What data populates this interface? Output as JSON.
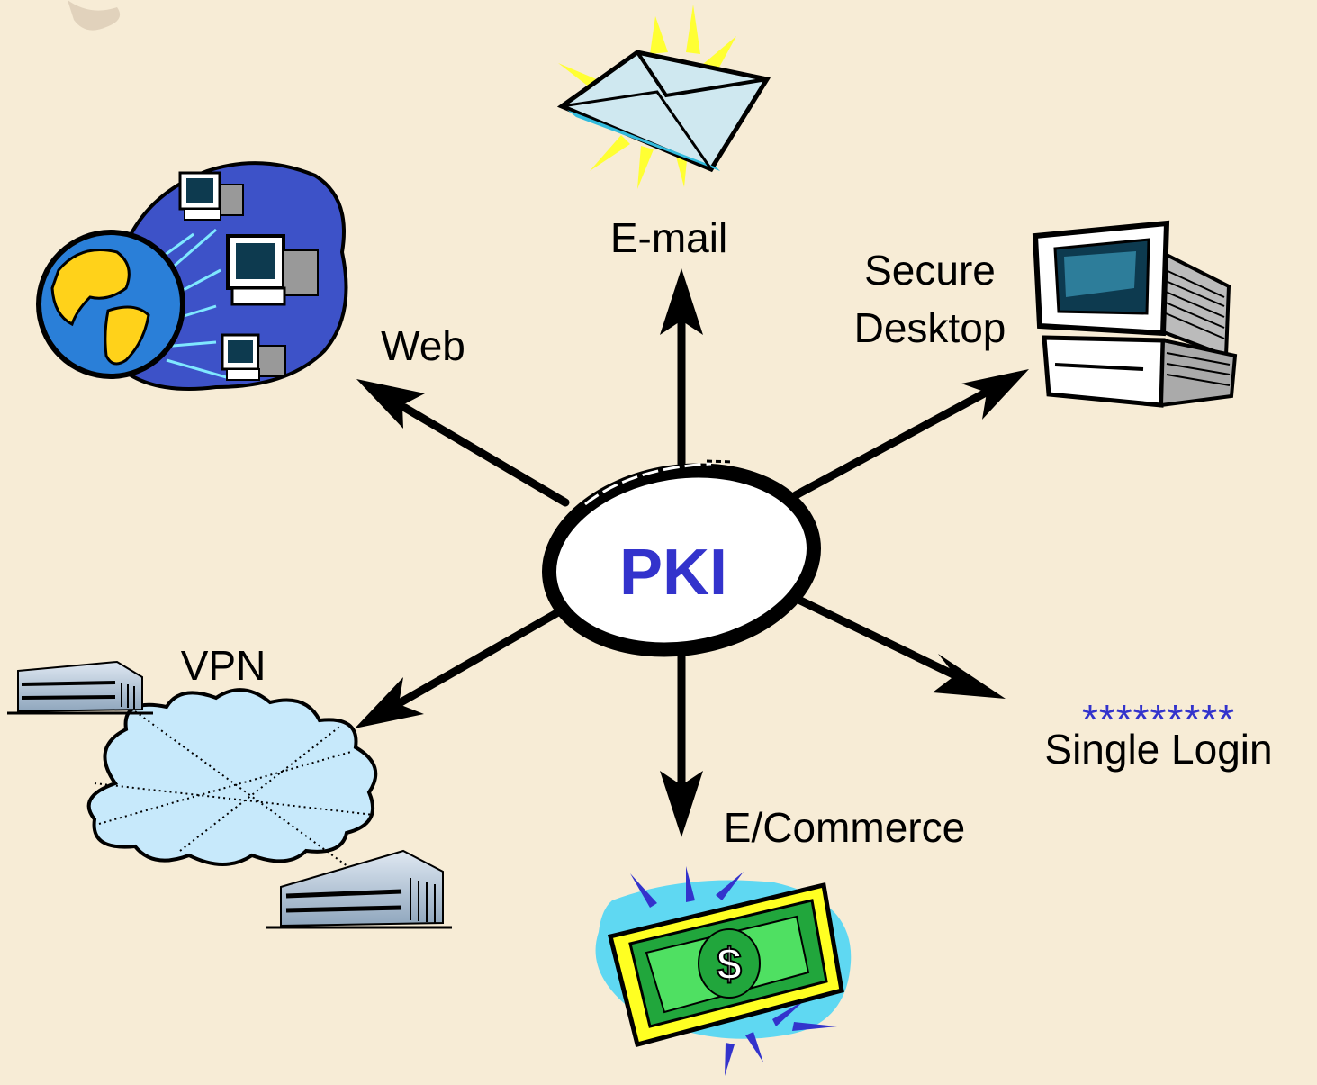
{
  "center": {
    "label": "PKI",
    "color": "#3333cc"
  },
  "branches": {
    "email": {
      "label": "E-mail",
      "icon": "envelope-icon"
    },
    "desktop": {
      "line1": "Secure",
      "line2": "Desktop",
      "icon": "desktop-computer-icon"
    },
    "web": {
      "label": "Web",
      "icon": "globe-network-icon"
    },
    "vpn": {
      "label": "VPN",
      "icon": "cloud-vpn-icon"
    },
    "commerce": {
      "label": "E/Commerce",
      "icon": "dollar-bill-icon"
    },
    "login": {
      "password": "*********",
      "label": "Single Login"
    }
  },
  "colors": {
    "background": "#f7ecd6",
    "accent": "#3333cc"
  }
}
